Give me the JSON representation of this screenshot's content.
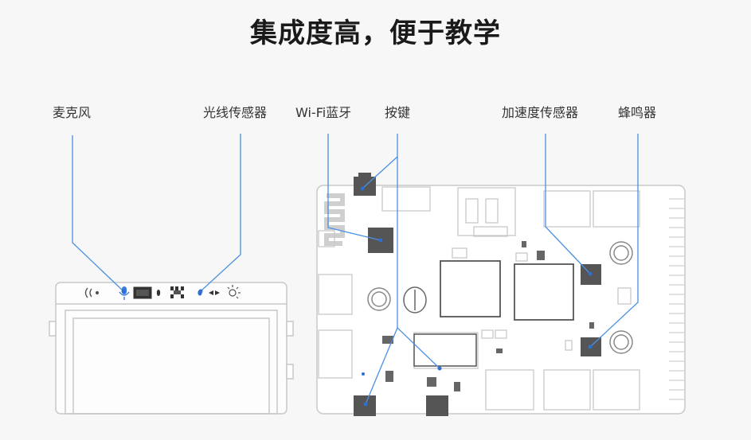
{
  "title": "集成度高，便于教学",
  "labels": {
    "microphone": "麦克风",
    "light_sensor": "光线传感器",
    "wifi_bluetooth": "Wi-Fi蓝牙",
    "button": "按键",
    "accelerometer": "加速度传感器",
    "buzzer": "蜂鸣器"
  },
  "colors": {
    "callout_line": "#4a90e2",
    "component": "#555555",
    "outline": "#c8c8c8"
  }
}
